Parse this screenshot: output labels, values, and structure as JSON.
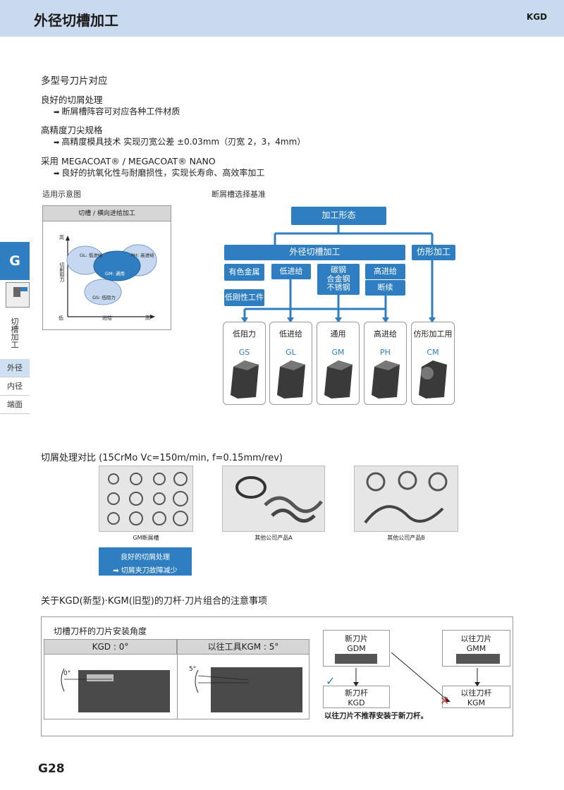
{
  "header": {
    "title": "外径切槽加工",
    "code": "KGD"
  },
  "intro": {
    "heading": "多型号刀片对应",
    "points": [
      {
        "title": "良好的切屑处理",
        "detail": "断屑槽阵容可对应各种工件材质"
      },
      {
        "title": "高精度刀尖规格",
        "detail": "高精度模具技术 实现刃宽公差 ±0.03mm（刃宽 2，3，4mm）"
      },
      {
        "title": "采用 MEGACOAT® / MEGACOAT® NANO",
        "detail": "良好的抗氧化性与耐磨损性，实现长寿命、高效率加工"
      }
    ]
  },
  "sidebar": {
    "tab": "G",
    "label": "切槽加工",
    "items": [
      "外径",
      "内径",
      "端面"
    ]
  },
  "application": {
    "caption": "适用示意图",
    "chart_title": "切槽 / 横向进给加工",
    "y_axis": "切削阻力",
    "y_high": "高",
    "x_axis": "进给",
    "x_low": "低",
    "x_high": "高",
    "regions": {
      "gl": "GL: 低进给",
      "ph": "PH: 高进给",
      "gm": "GM: 通用",
      "gs": "GS: 低阻力"
    }
  },
  "selection": {
    "caption": "断屑槽选择基准",
    "root": "加工形态",
    "branch_a": "外径切槽加工",
    "branch_b": "仿形加工",
    "boxes": {
      "nonferrous": "有色金属",
      "low_rigidity": "低刚性工件",
      "low_feed": "低进给",
      "steel": "碳钢\n合金钢\n不锈钢",
      "high_feed": "高进给",
      "interrupted": "断续"
    },
    "products": [
      {
        "name": "低阻力",
        "code": "GS"
      },
      {
        "name": "低进给",
        "code": "GL"
      },
      {
        "name": "通用",
        "code": "GM"
      },
      {
        "name": "高进给",
        "code": "PH"
      },
      {
        "name": "仿形加工用",
        "code": "CM"
      }
    ]
  },
  "chip_compare": {
    "heading": "切屑处理对比 (15CrMo Vc=150m/min, f=0.15mm/rev)",
    "captions": [
      "GM断屑槽",
      "其他公司产品A",
      "其他公司产品B"
    ],
    "highlight": {
      "line1": "良好的切屑处理",
      "line2": "切屑夹刀故障减少"
    }
  },
  "notes": {
    "heading": "关于KGD(新型)·KGM(旧型)的刀杆·刀片组合的注意事项",
    "panel_title": "切槽刀杆的刀片安装角度",
    "col_kgd": "KGD : 0°",
    "col_kgm": "以往工具KGM : 5°",
    "angle_0": "0°",
    "angle_5": "5°",
    "new_insert": "新刀片\nGDM",
    "old_insert": "以往刀片\nGMM",
    "new_holder": "新刀杆\nKGD",
    "old_holder": "以往刀杆\nKGM",
    "warning": "以往刀片不推荐安装于新刀杆。",
    "check": "✓",
    "cross": "✕"
  },
  "footer": {
    "page": "G28"
  },
  "colors": {
    "brand_blue": "#2f7ec1",
    "header_bg": "#c9d9ee",
    "bubble": "#c6d8ef"
  }
}
